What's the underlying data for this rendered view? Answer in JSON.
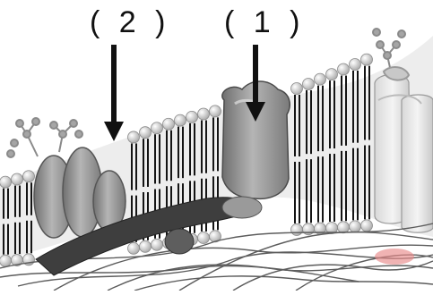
{
  "diagram": {
    "callouts": [
      {
        "id": "2",
        "text": "( 2 )"
      },
      {
        "id": "1",
        "text": "( 1 )"
      }
    ],
    "colors": {
      "bilayer_fill": "#ececec",
      "lipid_head": "#d4d4d4",
      "lipid_tail": "#141414",
      "protein": "#8e8e8e",
      "protein_light": "#bdbdbd",
      "glycan": "#9a9a9a",
      "fiber": "#5c5c5c",
      "accent": "#e88b8b"
    },
    "icons": [
      "down-arrow-icon",
      "glycoprotein-chain-icon"
    ]
  }
}
